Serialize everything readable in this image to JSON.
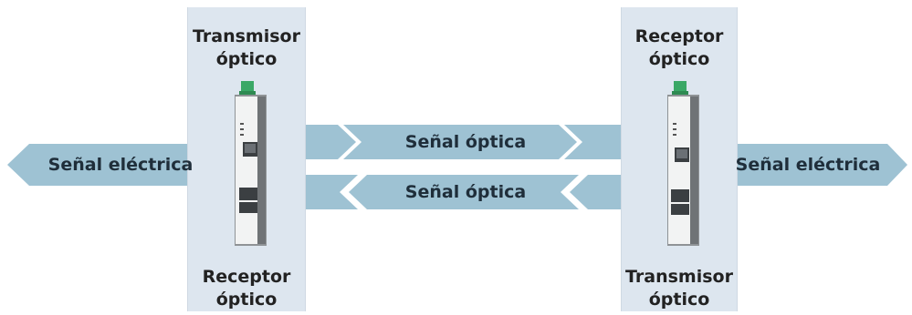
{
  "left_device": {
    "top_label": [
      "Transmisor",
      "óptico"
    ],
    "bottom_label": [
      "Receptor",
      "óptico"
    ]
  },
  "right_device": {
    "top_label": [
      "Receptor",
      "óptico"
    ],
    "bottom_label": [
      "Transmisor",
      "óptico"
    ]
  },
  "signals": {
    "electric_left": "Señal eléctrica",
    "electric_right": "Señal eléctrica",
    "optical_forward": "Señal óptica",
    "optical_return": "Señal óptica"
  },
  "colors": {
    "panel_bg": "#dde6ef",
    "arrow_fill": "#9ec2d3",
    "device_body": "#8f9396",
    "device_face": "#f2f3f3",
    "terminal_green": "#3aa866"
  }
}
